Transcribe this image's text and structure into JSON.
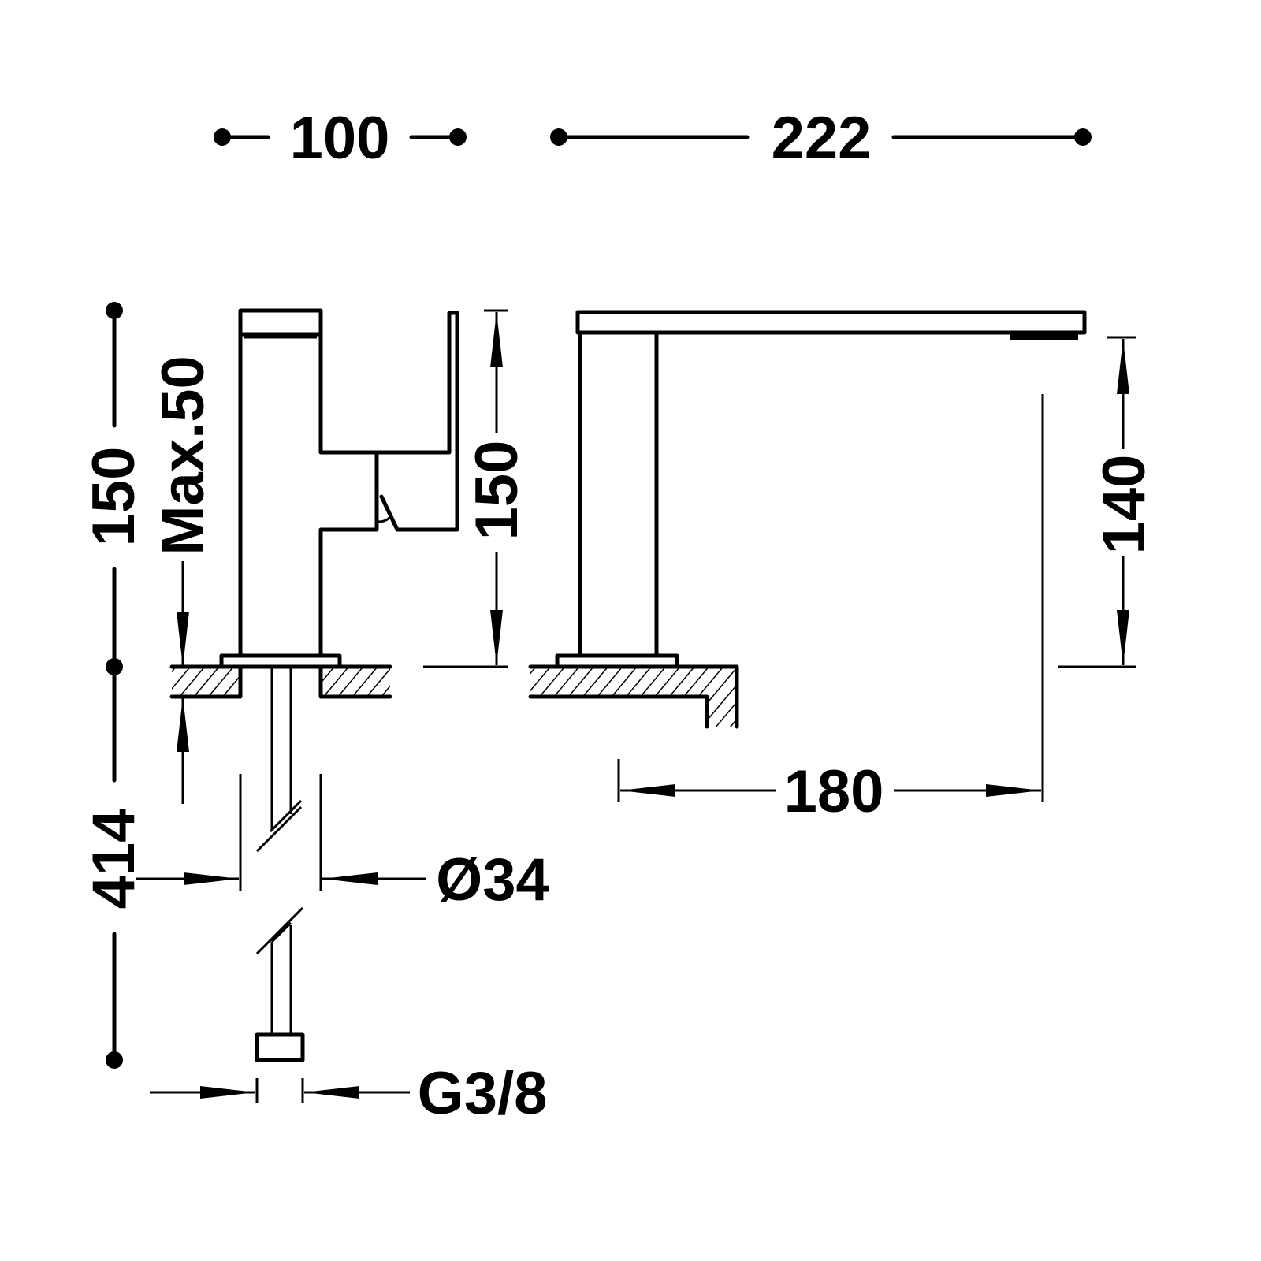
{
  "drawing": {
    "colors": {
      "line": "#000000",
      "background": "#ffffff"
    },
    "dimensions": {
      "front_width": "100",
      "side_length": "222",
      "total_height": "150",
      "max_counter_thickness": "Max.50",
      "handle_height": "150",
      "spout_height": "140",
      "spout_reach": "180",
      "hose_length": "414",
      "hole_diameter": "Ø34",
      "connection_thread": "G3/8"
    }
  }
}
